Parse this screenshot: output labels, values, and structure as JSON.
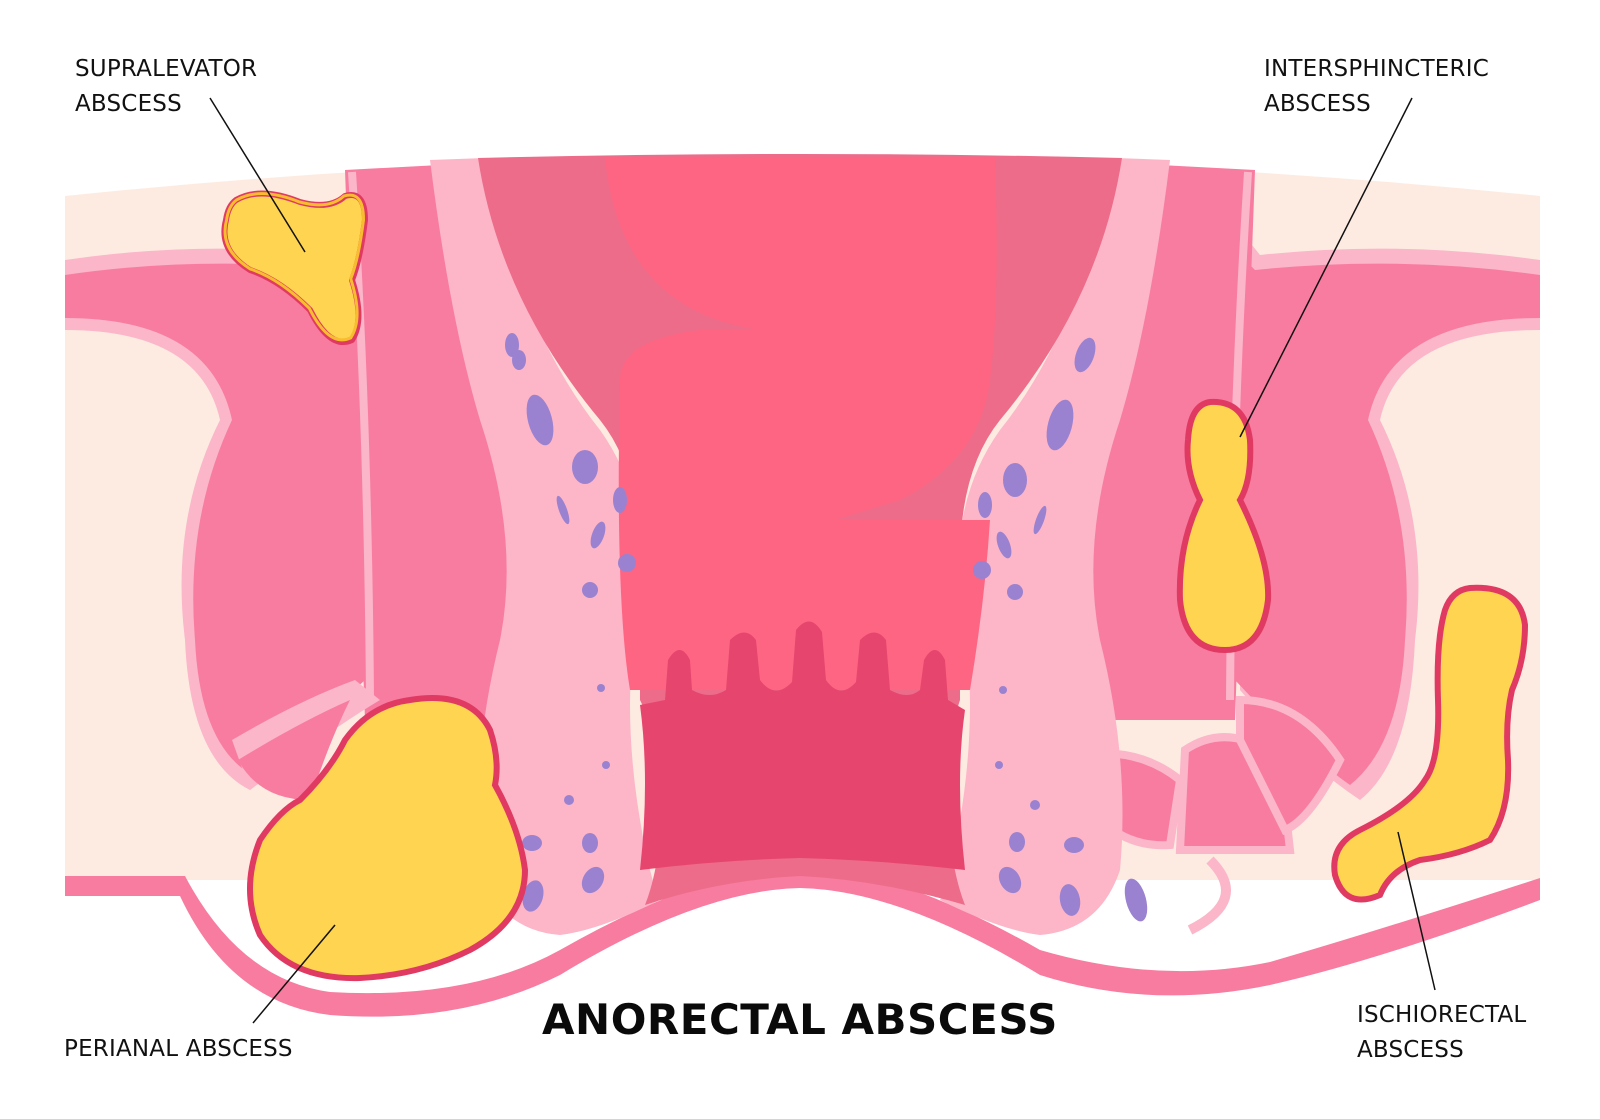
{
  "title": "ANORECTAL ABSCESS",
  "labels": {
    "supralevator": {
      "line1": "SUPRALEVATOR",
      "line2": "ABSCESS"
    },
    "intersphincteric": {
      "line1": "INTERSPHINCTERIC",
      "line2": "ABSCESS"
    },
    "perianal": {
      "line1": "PERIANAL ABSCESS"
    },
    "ischiorectal": {
      "line1": "ISCHIORECTAL",
      "line2": "ABSCESS"
    }
  },
  "colors": {
    "background": "#ffffff",
    "skin_fat": "#fdebe1",
    "muscle": "#f77ca0",
    "muscle_border": "#fbb6c9",
    "rectum_wall": "#ec6c8a",
    "rectal_lumen": "#fe6583",
    "anal_canal": "#e6466e",
    "submucosa": "#fdb5c8",
    "vessels": "#9a82d0",
    "abscess_fill": "#fed451",
    "abscess_inner_rim": "#f8bd2e",
    "abscess_outline": "#e03a63",
    "leader_line": "#111111"
  }
}
